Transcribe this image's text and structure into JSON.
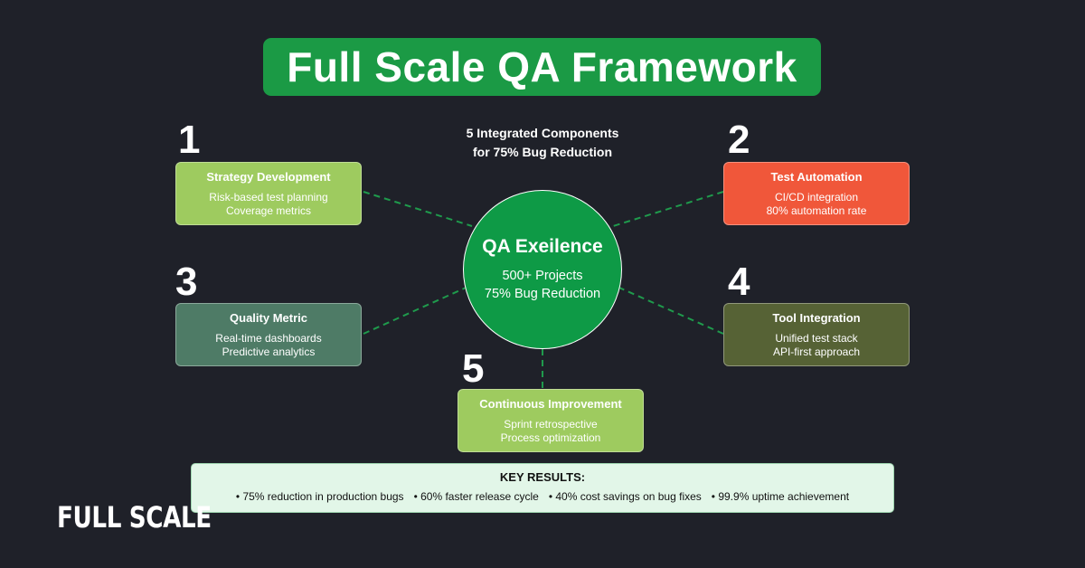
{
  "title": "Full Scale QA Framework",
  "subtitle": [
    "5 Integrated Components",
    "for 75% Bug Reduction"
  ],
  "center": {
    "title": "QA Exeilence",
    "lines": [
      "500+ Projects",
      "75% Bug Reduction"
    ]
  },
  "components": [
    {
      "number": "1",
      "title": "Strategy Development",
      "lines": [
        "Risk-based test planning",
        "Coverage metrics"
      ],
      "color": "#9ecb5f"
    },
    {
      "number": "2",
      "title": "Test Automation",
      "lines": [
        "CI/CD integration",
        "80% automation rate"
      ],
      "color": "#f0573a"
    },
    {
      "number": "3",
      "title": "Quality Metric",
      "lines": [
        "Real-time dashboards",
        "Predictive analytics"
      ],
      "color": "#4e7b66"
    },
    {
      "number": "4",
      "title": "Tool Integration",
      "lines": [
        "Unified test stack",
        "API-first approach"
      ],
      "color": "#566235"
    },
    {
      "number": "5",
      "title": "Continuous Improvement",
      "lines": [
        "Sprint retrospective",
        "Process optimization"
      ],
      "color": "#9ecb5f"
    }
  ],
  "results": {
    "title": "KEY RESULTS:",
    "items": [
      "• 75% reduction in production bugs",
      "• 60% faster release cycle",
      "• 40% cost savings on bug fixes",
      "• 99.9% uptime achievement"
    ]
  },
  "logo": "FULL SCALE",
  "colors": {
    "background": "#1f2129",
    "accent_green": "#1b9a45",
    "center_green": "#0e9a46",
    "connector": "#1f9a4c"
  }
}
